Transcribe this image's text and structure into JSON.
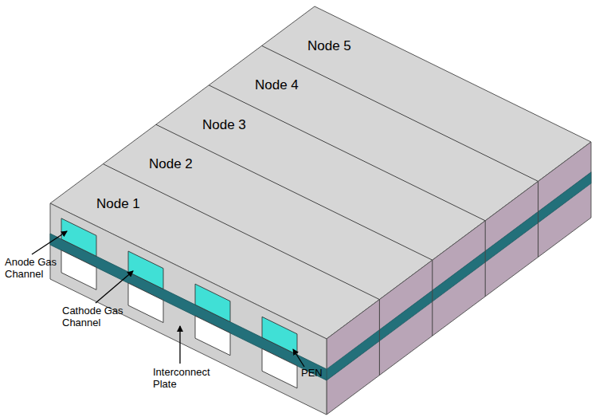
{
  "diagram": {
    "labels": [
      "Node 1",
      "Node 2",
      "Node 3",
      "Node 4",
      "Node 5",
      "Anode Gas Channel",
      "Cathode Gas Channel",
      "Interconnect Plate",
      "PEN"
    ]
  }
}
